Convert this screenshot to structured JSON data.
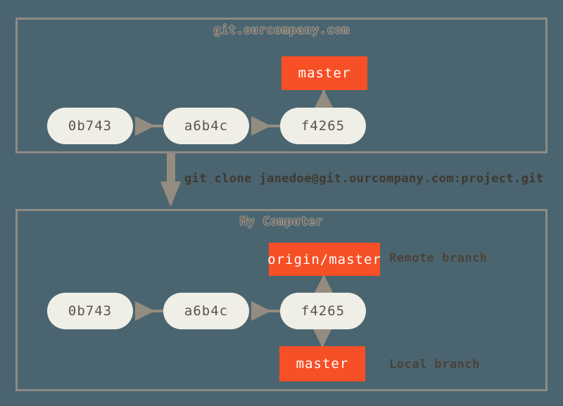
{
  "diagram": {
    "background_color": "#4a6570",
    "panel_border_color": "#8c8c84",
    "commit_node_color": "#f0efe7",
    "branch_box_color": "#f74f26",
    "arrow_color": "#948c80",
    "text_color": "#59534c"
  },
  "remote_panel": {
    "title": "git.ourcompany.com",
    "commits": [
      {
        "id": "0b743"
      },
      {
        "id": "a6b4c"
      },
      {
        "id": "f4265"
      }
    ],
    "branches": [
      {
        "label": "master",
        "points_to": "f4265"
      }
    ]
  },
  "clone_command": "git clone janedoe@git.ourcompany.com:project.git",
  "local_panel": {
    "title": "My Computer",
    "commits": [
      {
        "id": "0b743"
      },
      {
        "id": "a6b4c"
      },
      {
        "id": "f4265"
      }
    ],
    "branches": [
      {
        "label": "origin/master",
        "annotation": "Remote branch",
        "points_to": "f4265"
      },
      {
        "label": "master",
        "annotation": "Local branch",
        "points_to": "f4265"
      }
    ]
  }
}
